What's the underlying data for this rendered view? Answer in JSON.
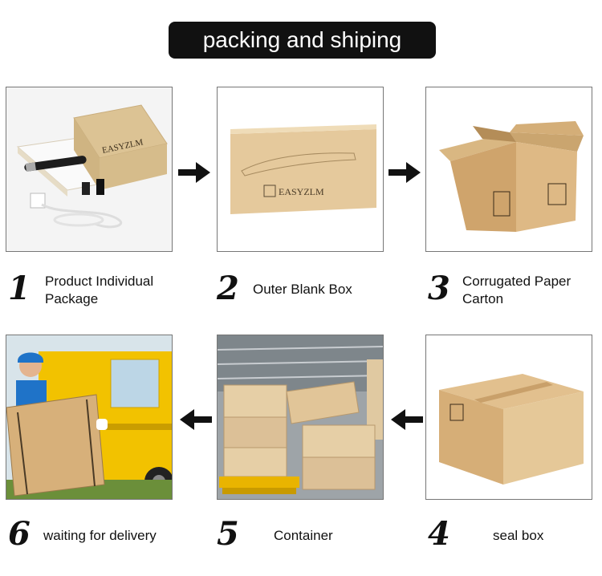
{
  "title": "packing and shiping",
  "steps": [
    {
      "number": "1",
      "label": "Product Individual Package"
    },
    {
      "number": "2",
      "label": "Outer Blank Box"
    },
    {
      "number": "3",
      "label": "Corrugated Paper Carton"
    },
    {
      "number": "4",
      "label": "seal box"
    },
    {
      "number": "5",
      "label": "Container"
    },
    {
      "number": "6",
      "label": "waiting for delivery"
    }
  ],
  "brand": "EASYZLM",
  "colors": {
    "kraft": "#d9b98a",
    "box_light": "#e8cfa6",
    "title_bg": "#111111",
    "van": "#f2c200"
  }
}
